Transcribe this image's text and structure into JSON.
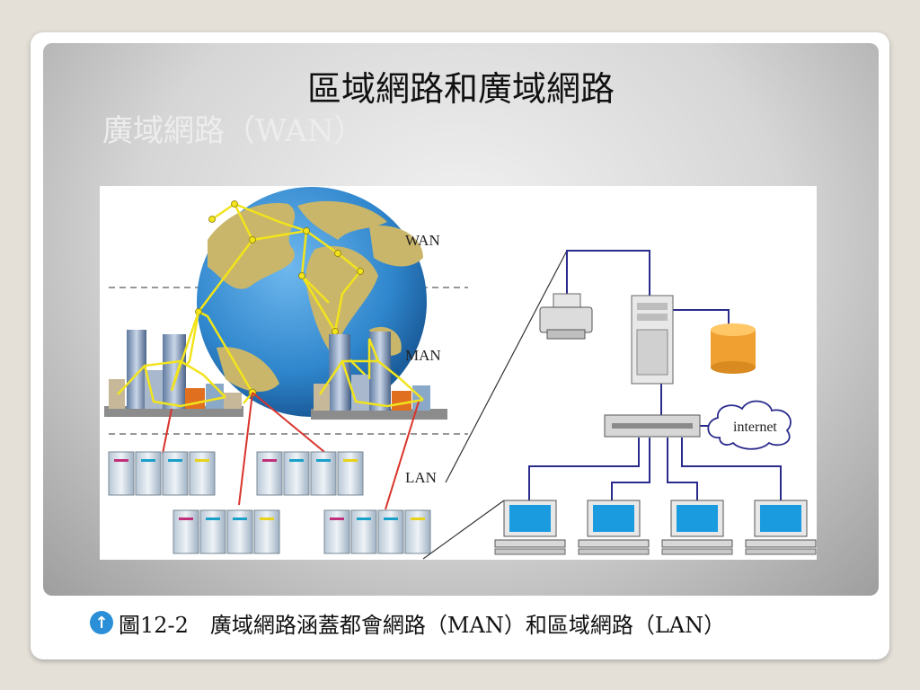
{
  "slide": {
    "title": "區域網路和廣域網路",
    "subtitle": "廣域網路（WAN）"
  },
  "figure": {
    "labels": {
      "wan": "WAN",
      "man": "MAN",
      "lan": "LAN",
      "internet": "internet"
    },
    "icons": [
      "globe-icon",
      "city-building-icon",
      "server-rack-icon",
      "printer-icon",
      "server-tower-icon",
      "database-icon",
      "network-switch-icon",
      "cloud-icon",
      "desktop-computer-icon"
    ],
    "colors": {
      "wan_links": "#f2e41c",
      "lan_links": "#d9342b",
      "network_lines": "#2b2b8c",
      "ocean": "#2f86cc",
      "land": "#c9b66a"
    }
  },
  "caption": {
    "text": "圖12-2　廣域網路涵蓋都會網路（MAN）和區域網路（LAN）"
  }
}
